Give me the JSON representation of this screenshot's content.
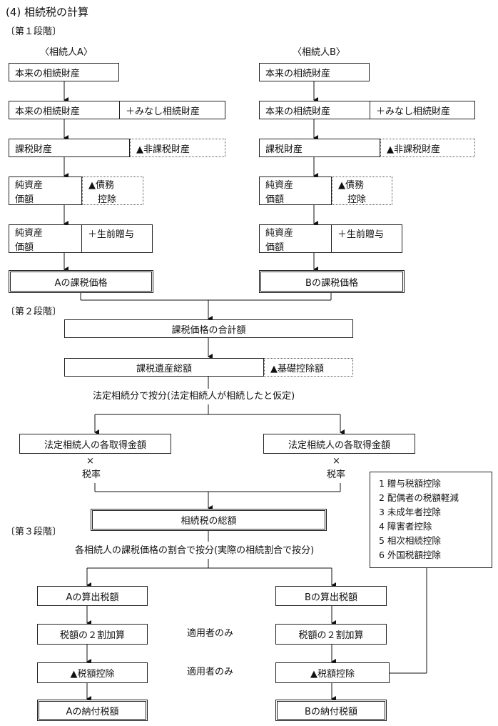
{
  "title": "(4)  相続税の計算",
  "stage1": {
    "label": "〔第１段階〕",
    "heir_a": "〈相続人A〉",
    "heir_b": "〈相続人B〉",
    "row1": "本来の相続財産",
    "row2_main": "本来の相続財産",
    "row2_add": "＋みなし相続財産",
    "row3_main": "課税財産",
    "row3_sub": "▲非課税財産",
    "row4_main": "純資産\n価額",
    "row4_sub": "▲債務\n　控除",
    "row5_main": "純資産\n価額",
    "row5_add": "＋生前贈与",
    "result_a": "Aの課税価格",
    "result_b": "Bの課税価格"
  },
  "stage2": {
    "label": "〔第２段階〕",
    "total": "課税価格の合計額",
    "estate_total": "課税遺産総額",
    "basic_deduction": "▲基礎控除額",
    "split_note": "法定相続分で按分(法定相続人が相続したと仮定)",
    "legal_amount_left": "法定相続人の各取得金額",
    "legal_amount_right": "法定相続人の各取得金額",
    "times": "×",
    "tax_rate": "税率",
    "tax_total": "相続税の総額"
  },
  "stage3": {
    "label": "〔第３段階〕",
    "split_note": "各相続人の課税価格の割合で按分(実際の相続割合で按分)",
    "calc_a": "Aの算出税額",
    "calc_b": "Bの算出税額",
    "surcharge": "税額の２割加算",
    "applicable_only": "適用者のみ",
    "tax_credit": "▲税額控除",
    "pay_a": "Aの納付税額",
    "pay_b": "Bの納付税額"
  },
  "deductions": [
    "1  贈与税額控除",
    "2  配偶者の税額軽減",
    "3  未成年者控除",
    "4  障害者控除",
    "5  相次相続控除",
    "6  外国税額控除"
  ]
}
